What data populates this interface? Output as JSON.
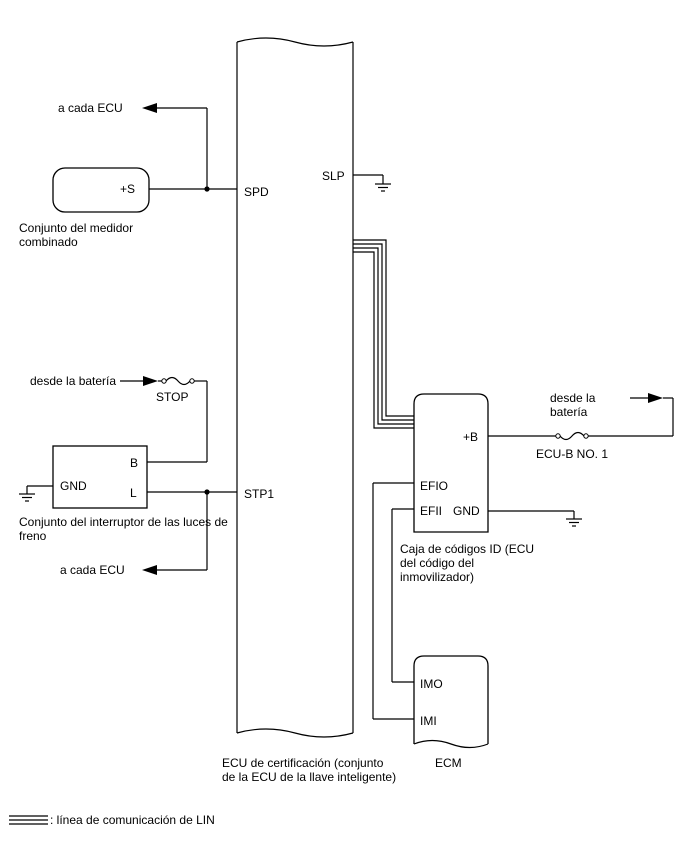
{
  "diagram": {
    "ecu_certification": {
      "label_line1": "ECU de certificación (conjunto",
      "label_line2": "de la ECU de la llave inteligente)",
      "pins": {
        "spd": "SPD",
        "slp": "SLP",
        "stp1": "STP1"
      }
    },
    "meter": {
      "label_line1": "Conjunto del medidor",
      "label_line2": "combinado",
      "pin": "+S"
    },
    "to_each_ecu_top": "a cada ECU",
    "to_each_ecu_bottom": "a cada ECU",
    "battery_left": "desde la batería",
    "fuse_stop": "STOP",
    "stop_switch": {
      "label_line1": "Conjunto del interruptor de las luces de",
      "label_line2": "freno",
      "pins": {
        "b": "B",
        "l": "L",
        "gnd": "GND"
      }
    },
    "id_code_box": {
      "label_line1": "Caja de códigos ID (ECU",
      "label_line2": "del código del",
      "label_line3": "inmovilizador)",
      "pins": {
        "plus_b": "+B",
        "efio": "EFIO",
        "efii": "EFII",
        "gnd": "GND"
      }
    },
    "battery_right_line1": "desde la",
    "battery_right_line2": "batería",
    "fuse_ecub": "ECU-B NO. 1",
    "ecm": {
      "label": "ECM",
      "pins": {
        "imo": "IMO",
        "imi": "IMI"
      }
    },
    "legend": ": línea de comunicación de LIN"
  }
}
